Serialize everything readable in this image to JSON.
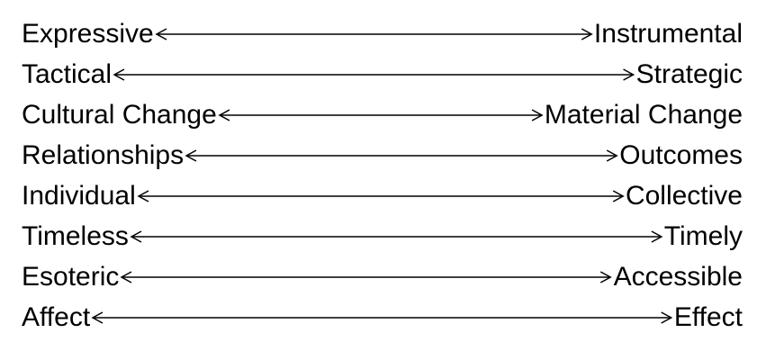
{
  "rows": [
    {
      "left": "Expressive",
      "right": "Instrumental"
    },
    {
      "left": "Tactical",
      "right": "Strategic"
    },
    {
      "left": "Cultural Change",
      "right": "Material Change"
    },
    {
      "left": "Relationships",
      "right": "Outcomes"
    },
    {
      "left": "Individual",
      "right": "Collective"
    },
    {
      "left": "Timeless",
      "right": "Timely"
    },
    {
      "left": "Esoteric",
      "right": "Accessible"
    },
    {
      "left": "Affect",
      "right": "Effect"
    }
  ]
}
